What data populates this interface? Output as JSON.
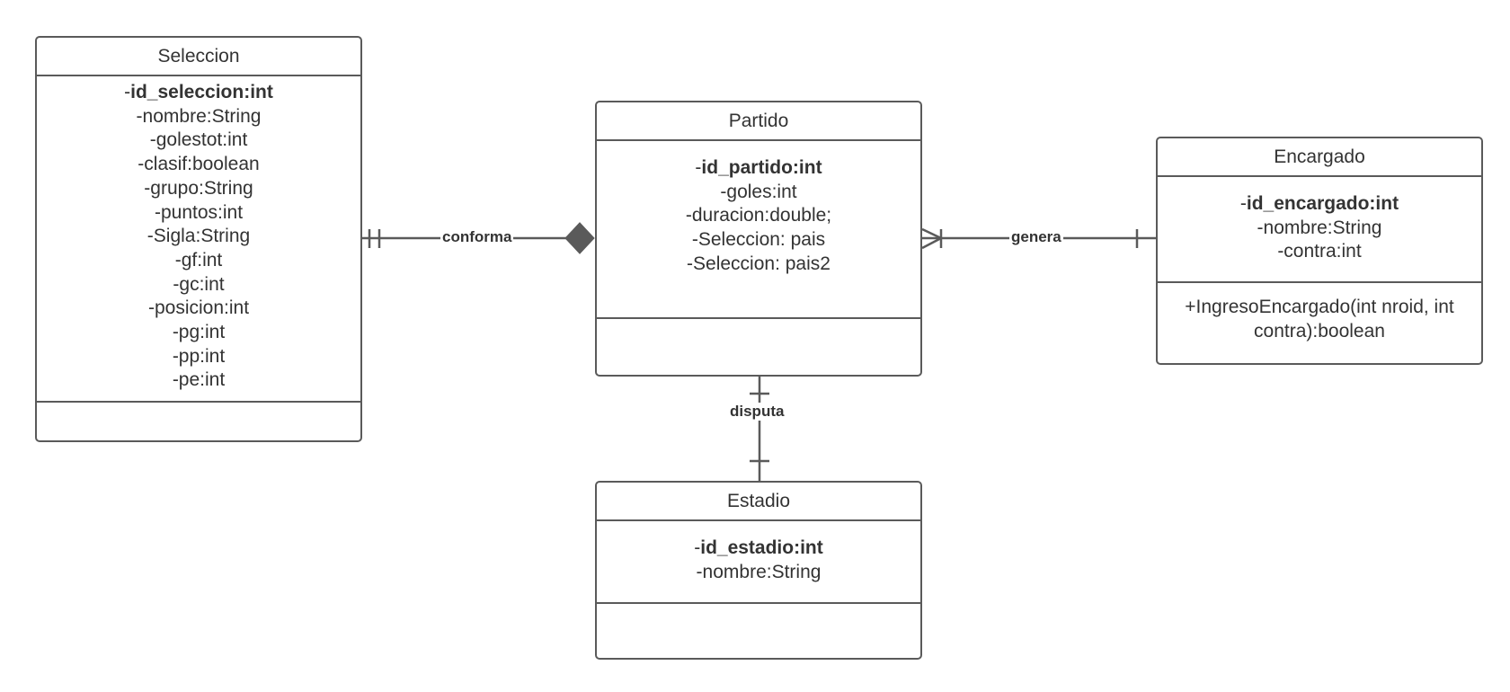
{
  "diagram": {
    "classes": {
      "seleccion": {
        "name": "Seleccion",
        "pk_prefix": "-",
        "pk": "id_seleccion:int",
        "attributes": [
          "-nombre:String",
          "-golestot:int",
          "-clasif:boolean",
          "-grupo:String",
          "-puntos:int",
          "-Sigla:String",
          "-gf:int",
          "-gc:int",
          "-posicion:int",
          "-pg:int",
          "-pp:int",
          "-pe:int"
        ],
        "operations": []
      },
      "partido": {
        "name": "Partido",
        "pk_prefix": "-",
        "pk": "id_partido:int",
        "attributes": [
          "-goles:int",
          "-duracion:double;",
          "-Seleccion: pais",
          "-Seleccion: pais2"
        ],
        "operations": []
      },
      "encargado": {
        "name": "Encargado",
        "pk_prefix": "-",
        "pk": "id_encargado:int",
        "attributes": [
          "-nombre:String",
          "-contra:int"
        ],
        "operations": [
          "+IngresoEncargado(int nroid, int",
          "contra):boolean"
        ]
      },
      "estadio": {
        "name": "Estadio",
        "pk_prefix": "-",
        "pk": "id_estadio:int",
        "attributes": [
          "-nombre:String"
        ],
        "operations": []
      }
    },
    "relations": {
      "conforma": {
        "label": "conforma",
        "from": "Seleccion",
        "to": "Partido",
        "from_end": "one-and-only-one",
        "to_end": "composition-diamond"
      },
      "genera": {
        "label": "genera",
        "from": "Encargado",
        "to": "Partido",
        "from_end": "one",
        "to_end": "one-or-many"
      },
      "disputa": {
        "label": "disputa",
        "from": "Partido",
        "to": "Estadio",
        "from_end": "one",
        "to_end": "one"
      }
    },
    "colors": {
      "stroke": "#5a5a5a",
      "text": "#333333",
      "background": "#ffffff"
    }
  }
}
